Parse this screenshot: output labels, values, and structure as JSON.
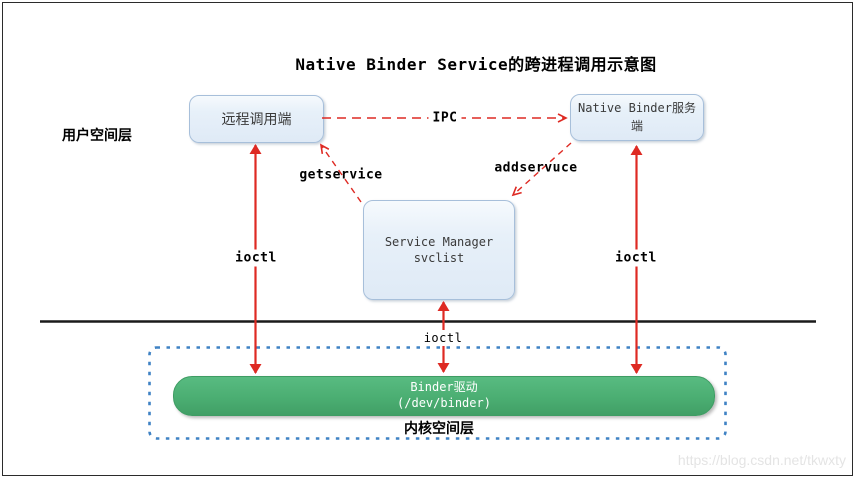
{
  "title": "Native Binder Service的跨进程调用示意图",
  "layers": {
    "user_space": "用户空间层",
    "kernel_space": "内核空间层"
  },
  "nodes": {
    "remote_caller": "远程调用端",
    "native_server": "Native Binder服务端",
    "service_manager": {
      "line1": "Service Manager",
      "line2": "svclist"
    },
    "binder_driver": {
      "line1": "Binder驱动",
      "line2": "(/dev/binder)"
    }
  },
  "edges": {
    "ipc": "IPC",
    "getservice": "getservice",
    "addservice": "addservuce",
    "ioctl_left": "ioctl",
    "ioctl_middle": "ioctl",
    "ioctl_right": "ioctl"
  },
  "watermark": "https://blog.csdn.net/tkwxty",
  "colors": {
    "arrow_red": "#de2a23",
    "node_border": "#a7bfda",
    "node_fill": "#e7f0f9",
    "driver_green": "#4bae72",
    "kernel_dashed_border": "#3f82c4",
    "separator": "#1a1a1a"
  }
}
